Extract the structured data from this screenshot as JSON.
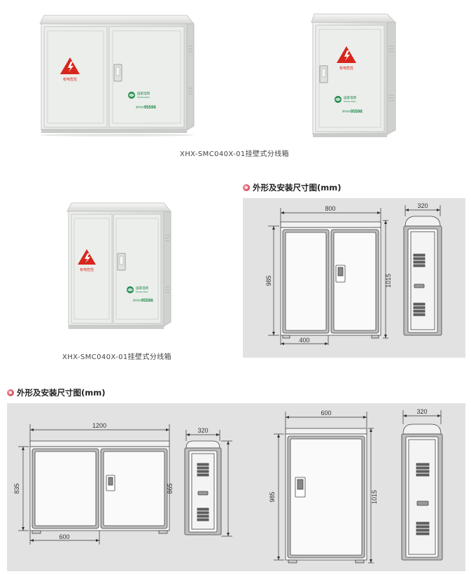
{
  "products": [
    {
      "warning_text": "有电危险",
      "brand_cn": "国家电网",
      "brand_en": "STATE GRID",
      "service_label": "服务热线",
      "hotline": "95598"
    }
  ],
  "captions": {
    "top": "XHX-SMC040X-01挂壁式分线箱",
    "middle": "XHX-SMC040X-01挂壁式分线箱"
  },
  "sections": {
    "title_a": "外形及安装尺寸图(mm)",
    "title_b": "外形及安装尺寸图(mm)"
  },
  "drawing_a": {
    "front_width": "800",
    "half_width": "400",
    "body_height": "985",
    "total_height": "1015",
    "side_depth": "320"
  },
  "drawing_b": {
    "front_width": "1200",
    "half_width": "600",
    "body_height": "835",
    "total_height": "865",
    "side_depth": "320"
  },
  "drawing_c": {
    "front_width": "600",
    "body_height": "985",
    "total_height": "1015",
    "side_depth": "320"
  },
  "colors": {
    "panel_bg": "#e2e2e2",
    "cabinet_body": "#e8eae8",
    "warning_red": "#d8261c",
    "grid_green": "#1c8a4a"
  }
}
